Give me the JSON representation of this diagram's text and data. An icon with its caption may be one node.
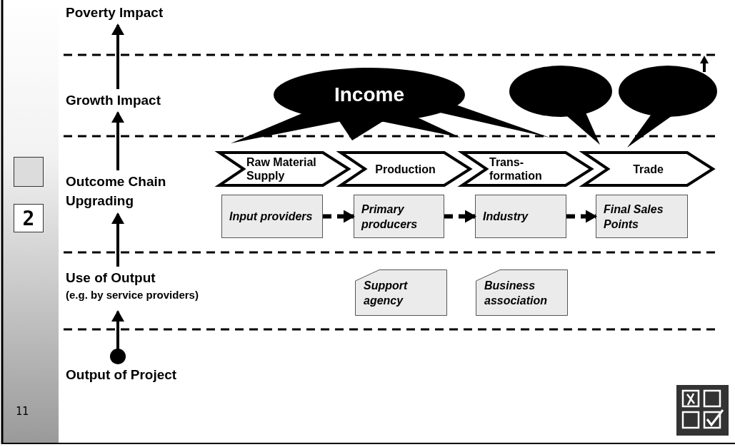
{
  "diagram": {
    "nodes": [
      {
        "text": [
          "Poverty Impact"
        ]
      },
      {
        "text": [
          "Growth Impact"
        ]
      },
      {
        "text": [
          "Outcome Chain Upgrading"
        ]
      },
      {
        "text": [
          "Use of Output",
          "(e.g. by service providers)"
        ]
      },
      {
        "text": [
          "Output of Project"
        ]
      },
      {
        "text": [
          "Income"
        ]
      },
      {
        "text": [],
        "shape": "bubble"
      },
      {
        "text": [],
        "shape": "bubble"
      },
      {
        "text": [
          "Raw Material Supply"
        ]
      },
      {
        "text": [
          "Production"
        ]
      },
      {
        "text": [
          "Trans- formation"
        ]
      },
      {
        "text": [
          "Trade"
        ]
      },
      {
        "text": [
          "Input providers"
        ]
      },
      {
        "text": [
          "Primary producers"
        ]
      },
      {
        "text": [
          "Industry"
        ]
      },
      {
        "text": [
          "Final Sales Points"
        ]
      },
      {
        "text": [
          "Support agency"
        ]
      },
      {
        "text": [
          "Business association"
        ]
      },
      {
        "text": [],
        "shape": "box"
      },
      {
        "text": [
          "2"
        ]
      }
    ],
    "edges": [
      {
        "from": 4,
        "to": 3,
        "arrow": "to"
      },
      {
        "from": 3,
        "to": 2,
        "arrow": "to"
      },
      {
        "from": 2,
        "to": 1,
        "arrow": "to"
      },
      {
        "from": 1,
        "to": 0,
        "arrow": "to"
      },
      {
        "from": 12,
        "to": 13,
        "arrow": "to",
        "style": "dashed"
      },
      {
        "from": 13,
        "to": 14,
        "arrow": "to",
        "style": "dashed"
      },
      {
        "from": 14,
        "to": 15,
        "arrow": "to",
        "style": "dashed"
      }
    ],
    "labels": [
      "11"
    ]
  }
}
